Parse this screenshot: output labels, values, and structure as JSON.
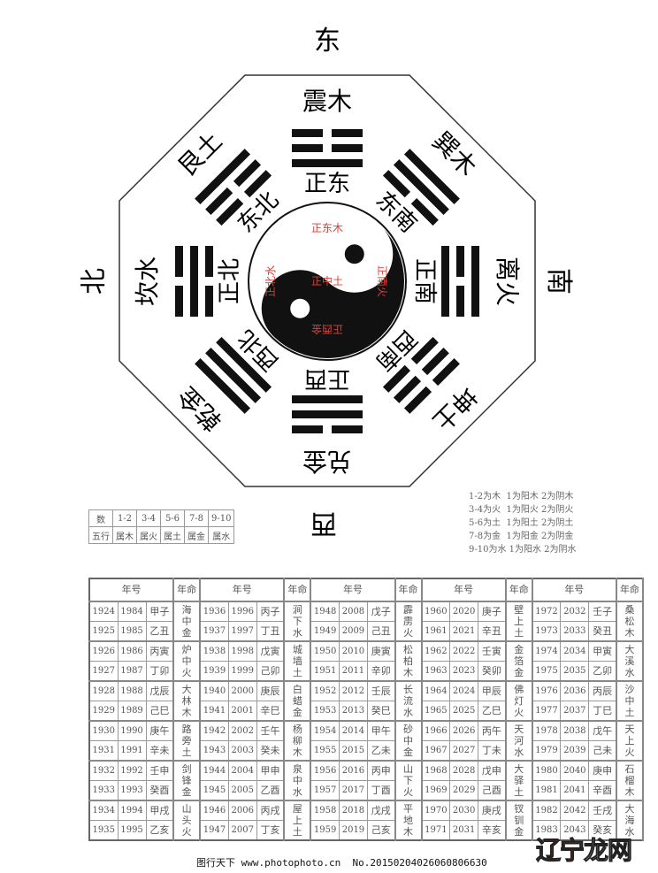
{
  "compass": {
    "east": "东",
    "south": "南",
    "west": "西",
    "north": "北"
  },
  "directions": [
    {
      "name": "震木",
      "position": "正东",
      "trigram": [
        "yin",
        "yin",
        "yang"
      ]
    },
    {
      "name": "巽木",
      "position": "东南",
      "trigram": [
        "yang",
        "yang",
        "yin"
      ]
    },
    {
      "name": "离火",
      "position": "正南",
      "trigram": [
        "yang",
        "yin",
        "yang"
      ]
    },
    {
      "name": "坤土",
      "position": "西南",
      "trigram": [
        "yin",
        "yin",
        "yin"
      ]
    },
    {
      "name": "兑金",
      "position": "正西",
      "trigram": [
        "yin",
        "yang",
        "yang"
      ]
    },
    {
      "name": "乾金",
      "position": "西北",
      "trigram": [
        "yang",
        "yang",
        "yang"
      ]
    },
    {
      "name": "坎水",
      "position": "正北",
      "trigram": [
        "yin",
        "yang",
        "yin"
      ]
    },
    {
      "name": "艮土",
      "position": "东北",
      "trigram": [
        "yang",
        "yin",
        "yin"
      ]
    }
  ],
  "center": {
    "east": "正东木",
    "south": "正南火",
    "west": "正西金",
    "north": "正北水",
    "middle": "正中土",
    "red": "#d9413a"
  },
  "number_table": {
    "row1": [
      "数",
      "1-2",
      "3-4",
      "5-6",
      "7-8",
      "9-10"
    ],
    "row2": [
      "五行",
      "属木",
      "属火",
      "属土",
      "属金",
      "属水"
    ]
  },
  "legend": [
    "1-2为木  1为阳木 2为阴木",
    "3-4为火  1为阳火 2为阴火",
    "5-6为土  1为阳土 2为阴土",
    "7-8为金  1为阳金 2为阴金",
    "9-10为水 1为阳水 2为阴水"
  ],
  "main_table": {
    "header_year": "年号",
    "header_fate": "年命",
    "groups": [
      {
        "rows": [
          [
            "1924",
            "1984",
            "甲子"
          ],
          [
            "1925",
            "1985",
            "乙丑"
          ],
          [
            "1926",
            "1986",
            "丙寅"
          ],
          [
            "1927",
            "1987",
            "丁卯"
          ],
          [
            "1928",
            "1988",
            "戊辰"
          ],
          [
            "1929",
            "1989",
            "己巳"
          ],
          [
            "1930",
            "1990",
            "庚午"
          ],
          [
            "1931",
            "1991",
            "辛未"
          ],
          [
            "1932",
            "1992",
            "壬申"
          ],
          [
            "1933",
            "1993",
            "癸酉"
          ],
          [
            "1934",
            "1994",
            "甲戌"
          ],
          [
            "1935",
            "1995",
            "乙亥"
          ]
        ],
        "nayin": [
          "海中金",
          "炉中火",
          "大林木",
          "路旁土",
          "剑锋金",
          "山头火"
        ]
      },
      {
        "rows": [
          [
            "1936",
            "1996",
            "丙子"
          ],
          [
            "1937",
            "1997",
            "丁丑"
          ],
          [
            "1938",
            "1998",
            "戊寅"
          ],
          [
            "1939",
            "1999",
            "己卯"
          ],
          [
            "1940",
            "2000",
            "庚辰"
          ],
          [
            "1941",
            "2001",
            "辛巳"
          ],
          [
            "1942",
            "2002",
            "壬午"
          ],
          [
            "1943",
            "2003",
            "癸未"
          ],
          [
            "1944",
            "2004",
            "甲申"
          ],
          [
            "1945",
            "2005",
            "乙酉"
          ],
          [
            "1946",
            "2006",
            "丙戌"
          ],
          [
            "1947",
            "2007",
            "丁亥"
          ]
        ],
        "nayin": [
          "涧下水",
          "城墙土",
          "白蜡金",
          "杨柳木",
          "泉中水",
          "屋上土"
        ]
      },
      {
        "rows": [
          [
            "1948",
            "2008",
            "戊子"
          ],
          [
            "1949",
            "2009",
            "己丑"
          ],
          [
            "1950",
            "2010",
            "庚寅"
          ],
          [
            "1951",
            "2011",
            "辛卯"
          ],
          [
            "1952",
            "2012",
            "壬辰"
          ],
          [
            "1953",
            "2013",
            "癸巳"
          ],
          [
            "1954",
            "2014",
            "甲午"
          ],
          [
            "1955",
            "2015",
            "乙未"
          ],
          [
            "1956",
            "2016",
            "丙申"
          ],
          [
            "1957",
            "2017",
            "丁酉"
          ],
          [
            "1958",
            "2018",
            "戊戌"
          ],
          [
            "1959",
            "2019",
            "己亥"
          ]
        ],
        "nayin": [
          "霹雳火",
          "松柏木",
          "长流水",
          "砂中金",
          "山下火",
          "平地木"
        ]
      },
      {
        "rows": [
          [
            "1960",
            "2020",
            "庚子"
          ],
          [
            "1961",
            "2021",
            "辛丑"
          ],
          [
            "1962",
            "2022",
            "壬寅"
          ],
          [
            "1963",
            "2023",
            "癸卯"
          ],
          [
            "1964",
            "2024",
            "甲辰"
          ],
          [
            "1965",
            "2025",
            "乙巳"
          ],
          [
            "1966",
            "2026",
            "丙午"
          ],
          [
            "1967",
            "2027",
            "丁未"
          ],
          [
            "1968",
            "2028",
            "戊申"
          ],
          [
            "1969",
            "2029",
            "己酉"
          ],
          [
            "1970",
            "2030",
            "庚戌"
          ],
          [
            "1971",
            "2031",
            "辛亥"
          ]
        ],
        "nayin": [
          "壁上土",
          "金箔金",
          "佛灯火",
          "天河水",
          "大驿土",
          "钗钏金"
        ]
      },
      {
        "rows": [
          [
            "1972",
            "2032",
            "壬子"
          ],
          [
            "1973",
            "2033",
            "癸丑"
          ],
          [
            "1974",
            "2034",
            "甲寅"
          ],
          [
            "1975",
            "2035",
            "乙卯"
          ],
          [
            "1976",
            "2036",
            "丙辰"
          ],
          [
            "1977",
            "2037",
            "丁巳"
          ],
          [
            "1978",
            "2038",
            "戊午"
          ],
          [
            "1979",
            "2039",
            "己未"
          ],
          [
            "1980",
            "2040",
            "庚申"
          ],
          [
            "1981",
            "2041",
            "辛酉"
          ],
          [
            "1982",
            "2042",
            "壬戌"
          ],
          [
            "1983",
            "2043",
            "癸亥"
          ]
        ],
        "nayin": [
          "桑松木",
          "大溪水",
          "沙中土",
          "天上火",
          "石榴木",
          "大海水"
        ]
      }
    ]
  },
  "watermark": {
    "part1": "辽宁",
    "part2": "龙网"
  },
  "footer": "图行天下 www.photophoto.cn  No.20150204026060806630"
}
